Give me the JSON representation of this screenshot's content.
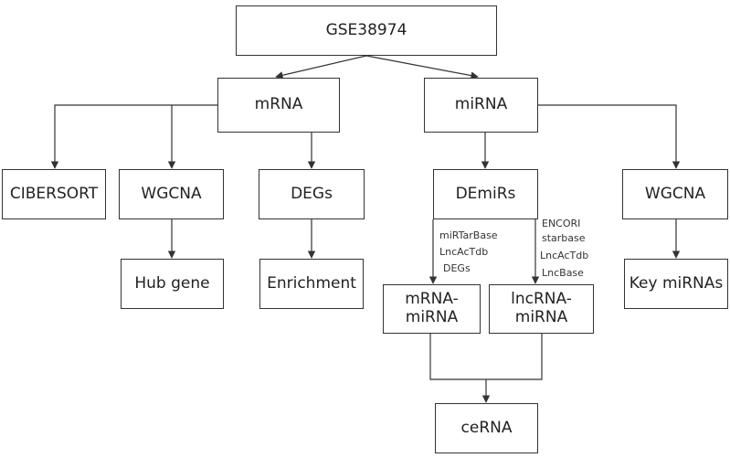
{
  "nodes": {
    "gse": "GSE38974",
    "mrna": "mRNA",
    "mirna": "miRNA",
    "cibersort": "CIBERSORT",
    "wgcna_mrna": "WGCNA",
    "degs": "DEGs",
    "demirs": "DEmiRs",
    "wgcna_mirna": "WGCNA",
    "hub_gene": "Hub gene",
    "enrichment": "Enrichment",
    "mrna_mirna": [
      "mRNA-",
      "miRNA"
    ],
    "lncrna_mirna": [
      "lncRNA-",
      "miRNA"
    ],
    "key_mirnas": "Key miRNAs",
    "cerna": "ceRNA"
  },
  "notes": {
    "left": [
      "miRTarBase",
      "LncAcTdb",
      "DEGs"
    ],
    "right": [
      "ENCORI",
      "starbase",
      "LncAcTdb",
      "LncBase"
    ]
  },
  "colors": {
    "line": "#333333",
    "border": "#333333",
    "text": "#222222"
  }
}
